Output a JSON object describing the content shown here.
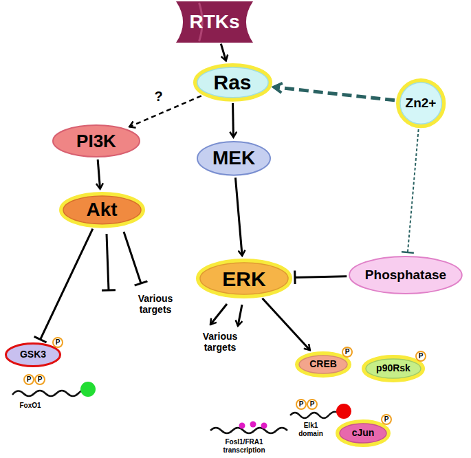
{
  "diagram": {
    "nodes": [
      {
        "text": [
          "RTKs"
        ]
      },
      {
        "text": [
          "Zn2+"
        ]
      },
      {
        "text": [
          "Ras"
        ]
      },
      {
        "text": [
          "PI3K"
        ]
      },
      {
        "text": [
          "MEK"
        ]
      },
      {
        "text": [
          "Akt"
        ]
      },
      {
        "text": [
          "Phosphatase"
        ]
      },
      {
        "text": [
          "ERK"
        ]
      },
      {
        "text": [
          "GSK3"
        ]
      },
      {
        "text": [
          "CREB"
        ]
      },
      {
        "text": [
          "p90Rsk"
        ]
      },
      {
        "text": [
          "cJun"
        ]
      }
    ],
    "edges": [
      {
        "from": 0,
        "to": 2,
        "arrow": "to"
      },
      {
        "from": 1,
        "to": 2,
        "arrow": "to"
      },
      {
        "from": 2,
        "to": 3,
        "arrow": "to",
        "label": "?"
      },
      {
        "from": 3,
        "to": 5,
        "arrow": "to"
      },
      {
        "from": 2,
        "to": 4,
        "arrow": "to"
      },
      {
        "from": 4,
        "to": 7,
        "arrow": "to"
      },
      {
        "from": 1,
        "to": 6,
        "arrow": "to"
      },
      {
        "from": 6,
        "to": 7,
        "arrow": "to"
      },
      {
        "from": 5,
        "to": 8,
        "arrow": "to"
      },
      {
        "from": 7,
        "to": 9,
        "arrow": "to"
      }
    ],
    "labels": [
      "P",
      "Various targets",
      "P",
      "P",
      "FoxO1",
      "Various targets",
      "P",
      "P",
      "P",
      "P",
      "Elk1 domain",
      "P",
      "Fosl1/FRA1 transcription"
    ]
  }
}
